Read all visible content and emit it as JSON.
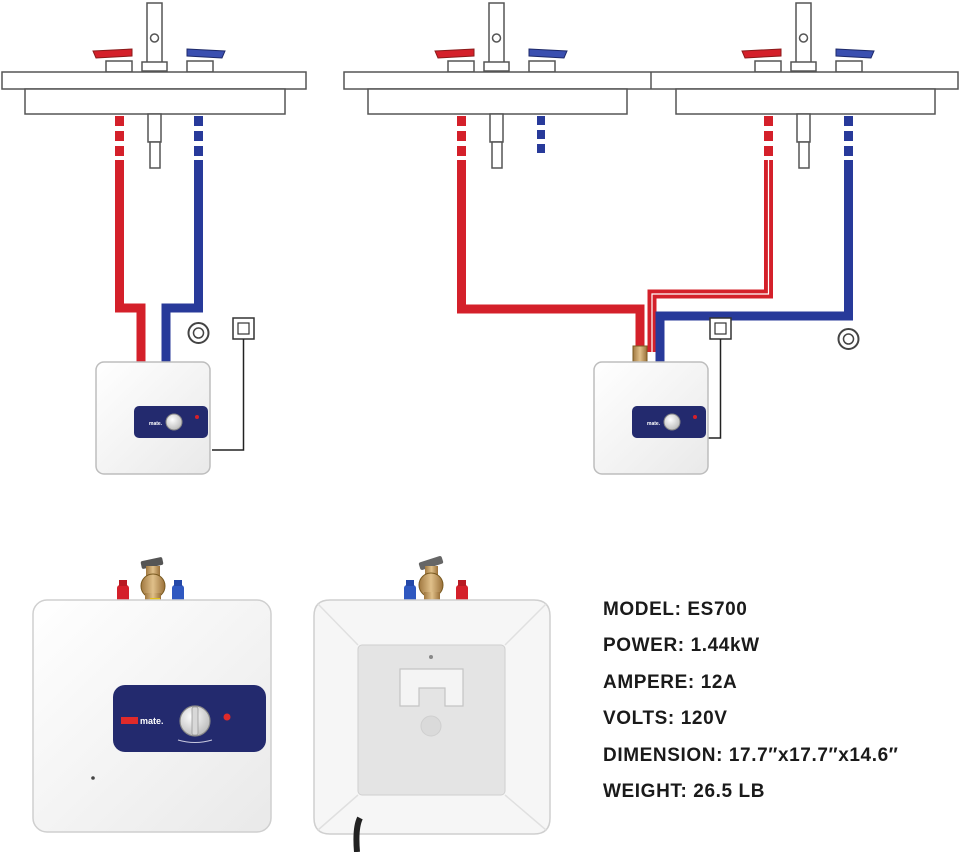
{
  "specs": {
    "model": "MODEL: ES700",
    "power": "POWER: 1.44kW",
    "ampere": "AMPERE: 12A",
    "volts": "VOLTS: 120V",
    "dimension": "DIMENSION: 17.7″x17.7″x14.6″",
    "weight": "WEIGHT: 26.5 LB"
  },
  "brand": {
    "small_label": "mate.",
    "large_label": "mate."
  },
  "colors": {
    "hot_pipe": "#d4202a",
    "cold_pipe": "#283a9a",
    "control_panel": "#232a6e",
    "heater_body": "#f7f7f7",
    "brass_valve": "#c8a46a"
  },
  "icons": [
    "faucet-icon",
    "hot-handle-icon",
    "cold-handle-icon",
    "outlet-icon",
    "shutoff-valve-icon",
    "temperature-knob-icon",
    "pressure-relief-valve-icon"
  ]
}
